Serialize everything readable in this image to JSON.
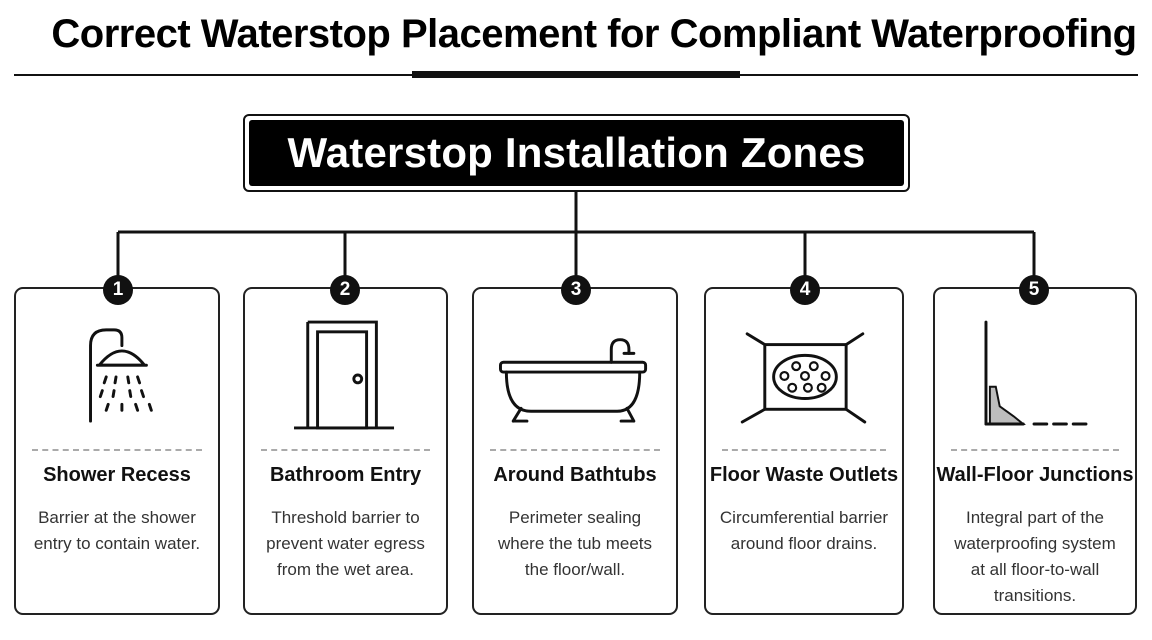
{
  "title": "Correct Waterstop Placement for Compliant Waterproofing",
  "main_heading": "Waterstop Installation Zones",
  "zones": [
    {
      "number": "1",
      "icon": "shower-icon",
      "title": "Shower Recess",
      "description": "Barrier at the shower entry to contain water."
    },
    {
      "number": "2",
      "icon": "door-icon",
      "title": "Bathroom Entry",
      "description": "Threshold barrier to prevent water egress from the wet area."
    },
    {
      "number": "3",
      "icon": "bathtub-icon",
      "title": "Around Bathtubs",
      "description": "Perimeter sealing where the tub meets the floor/wall."
    },
    {
      "number": "4",
      "icon": "floor-drain-icon",
      "title": "Floor Waste Outlets",
      "description": "Circumferential barrier around floor drains."
    },
    {
      "number": "5",
      "icon": "wall-floor-junction-icon",
      "title": "Wall-Floor Junctions",
      "description": "Integral part of the waterproofing system at all floor-to-wall transitions."
    }
  ]
}
